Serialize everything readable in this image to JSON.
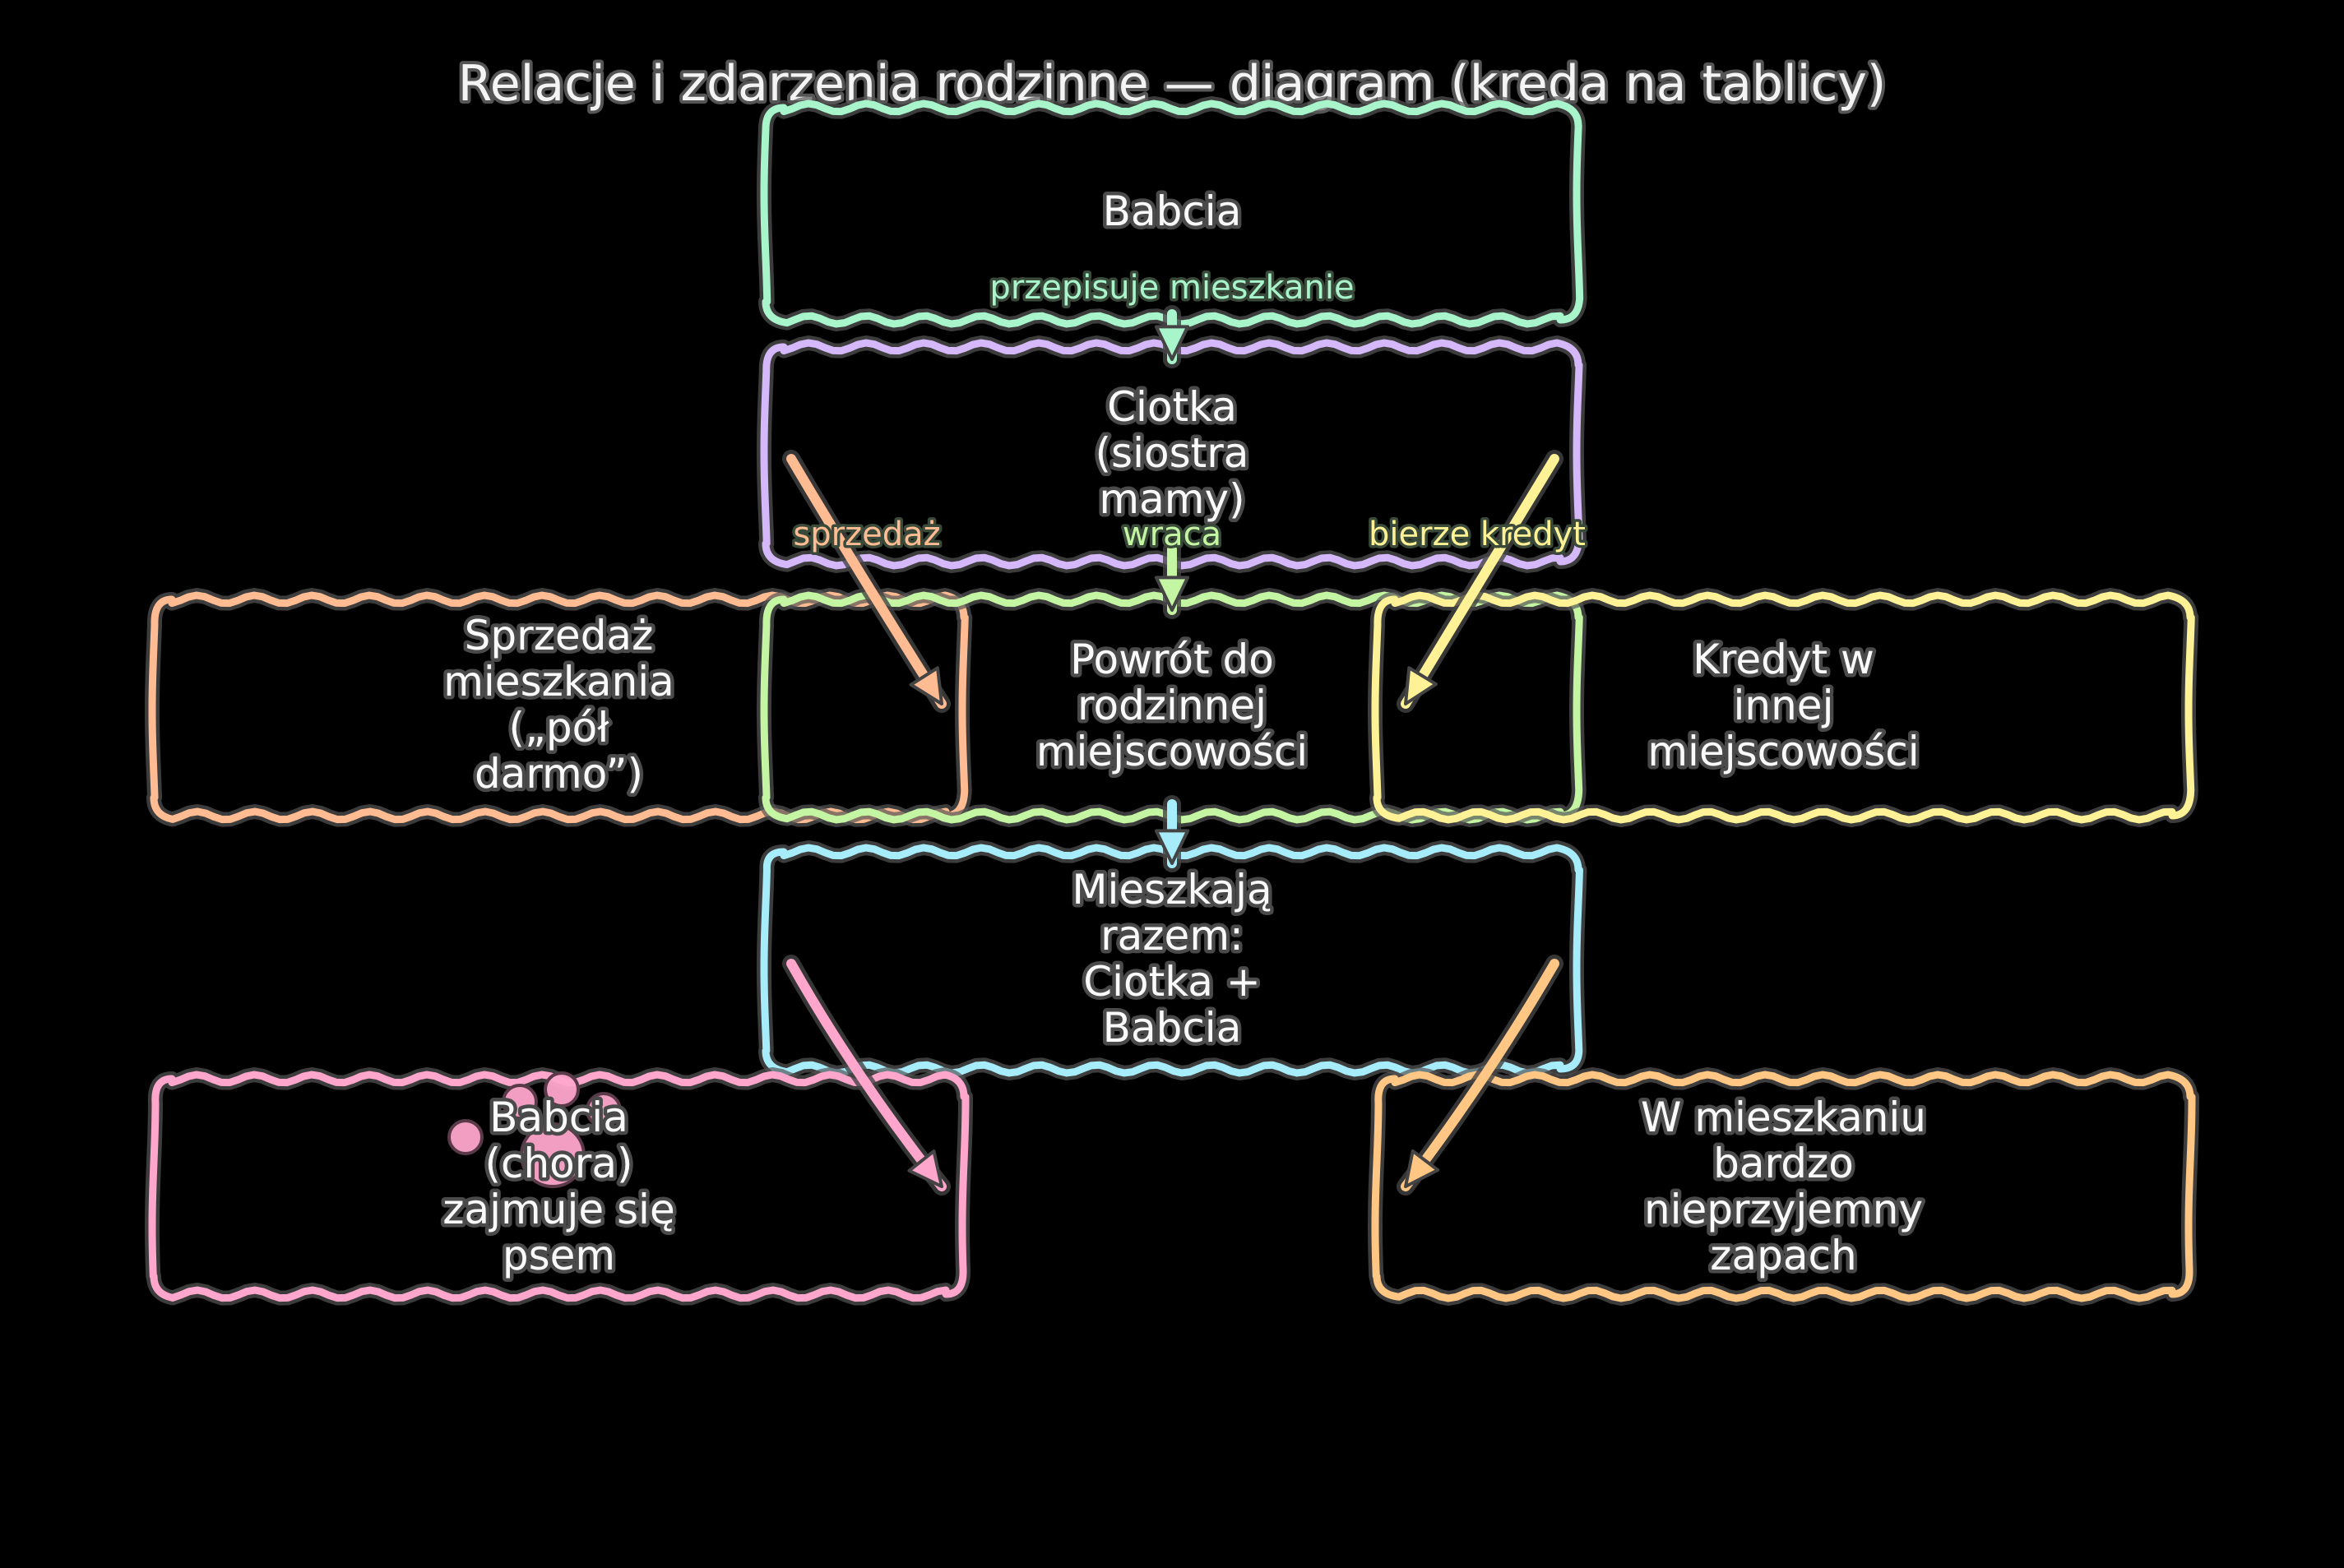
{
  "title": "Relacje i zdarzenia rodzinne — diagram (kreda na tablicy)",
  "nodes": [
    {
      "id": "babcia",
      "lines": [
        "Babcia"
      ],
      "color": "#a8f5cc"
    },
    {
      "id": "ciotka",
      "lines": [
        "Ciotka",
        "(siostra",
        "mamy)"
      ],
      "color": "#d4b8fa"
    },
    {
      "id": "sprzedaz",
      "lines": [
        "Sprzedaż",
        "mieszkania",
        "(„pół",
        "darmo”)"
      ],
      "color": "#ffbb92"
    },
    {
      "id": "powrot",
      "lines": [
        "Powrót do",
        "rodzinnej",
        "miejscowości"
      ],
      "color": "#c4f5a2"
    },
    {
      "id": "kredyt",
      "lines": [
        "Kredyt w",
        "innej",
        "miejscowości"
      ],
      "color": "#fff296"
    },
    {
      "id": "razem",
      "lines": [
        "Mieszkają",
        "razem:",
        "Ciotka +",
        "Babcia"
      ],
      "color": "#a6ecfa"
    },
    {
      "id": "chora",
      "lines": [
        "Babcia",
        "(chora)",
        "zajmuje się",
        "psem"
      ],
      "color": "#ffa6cc"
    },
    {
      "id": "zapach",
      "lines": [
        "W mieszkaniu",
        "bardzo",
        "nieprzyjemny",
        "zapach"
      ],
      "color": "#ffc684"
    }
  ],
  "edges": [
    {
      "from": "babcia",
      "to": "ciotka",
      "label": "przepisuje mieszkanie",
      "color": "#a8f5cc"
    },
    {
      "from": "ciotka",
      "to": "sprzedaz",
      "label": "sprzedaż",
      "color": "#ffbb92"
    },
    {
      "from": "ciotka",
      "to": "powrot",
      "label": "wraca",
      "color": "#c4f5a2"
    },
    {
      "from": "ciotka",
      "to": "kredyt",
      "label": "bierze kredyt",
      "color": "#fff296"
    },
    {
      "from": "powrot",
      "to": "razem",
      "label": "",
      "color": "#a6ecfa"
    },
    {
      "from": "razem",
      "to": "chora",
      "label": "",
      "color": "#ffa6cc"
    },
    {
      "from": "razem",
      "to": "zapach",
      "label": "",
      "color": "#ffc684"
    }
  ],
  "decoration": {
    "icon": "paw-print-icon",
    "color": "#ffa6cc"
  }
}
